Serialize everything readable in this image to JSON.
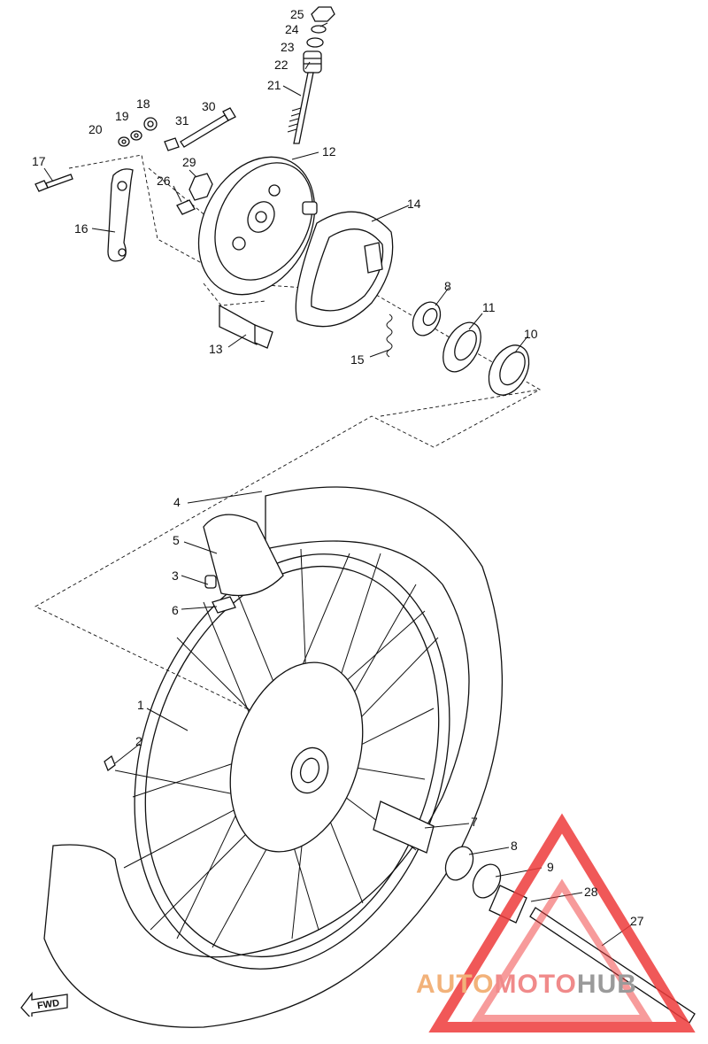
{
  "callouts": {
    "n1": "1",
    "n2": "2",
    "n3": "3",
    "n4": "4",
    "n5": "5",
    "n6": "6",
    "n7": "7",
    "n8a": "8",
    "n8b": "8",
    "n9": "9",
    "n10": "10",
    "n11": "11",
    "n12": "12",
    "n13": "13",
    "n14": "14",
    "n15": "15",
    "n16": "16",
    "n17": "17",
    "n18": "18",
    "n19": "19",
    "n20": "20",
    "n21": "21",
    "n22": "22",
    "n23": "23",
    "n24": "24",
    "n25": "25",
    "n26": "26",
    "n27": "27",
    "n28": "28",
    "n29": "29",
    "n30": "30",
    "n31": "31"
  },
  "direction_marker": {
    "text": "FWD"
  },
  "watermark": {
    "part1": "AUTO",
    "part2": "MOTO",
    "part3": "HUB",
    "colors": {
      "auto": "#f2b27a",
      "moto": "#f08a8a",
      "hub": "#9a9a9a",
      "triangle": "#ee3b3b"
    }
  }
}
